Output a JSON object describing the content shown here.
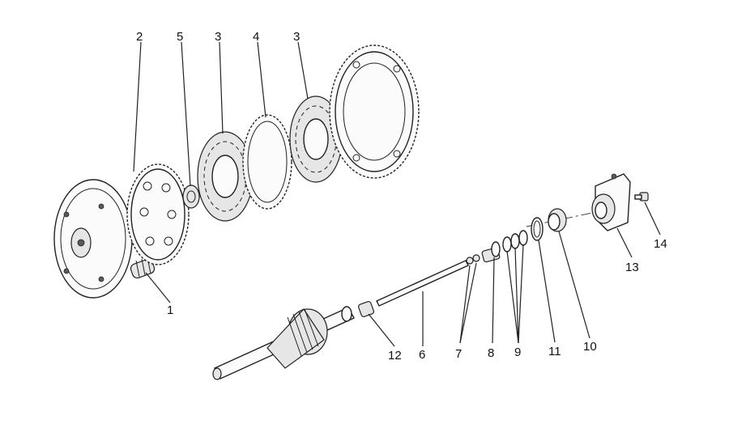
{
  "callouts": [
    {
      "id": "2",
      "text": "2"
    },
    {
      "id": "5",
      "text": "5"
    },
    {
      "id": "3a",
      "text": "3"
    },
    {
      "id": "4",
      "text": "4"
    },
    {
      "id": "3b",
      "text": "3"
    },
    {
      "id": "1",
      "text": "1"
    },
    {
      "id": "12",
      "text": "12"
    },
    {
      "id": "6",
      "text": "6"
    },
    {
      "id": "7",
      "text": "7"
    },
    {
      "id": "8",
      "text": "8"
    },
    {
      "id": "9",
      "text": "9"
    },
    {
      "id": "11",
      "text": "11"
    },
    {
      "id": "10",
      "text": "10"
    },
    {
      "id": "13",
      "text": "13"
    },
    {
      "id": "14",
      "text": "14"
    }
  ]
}
